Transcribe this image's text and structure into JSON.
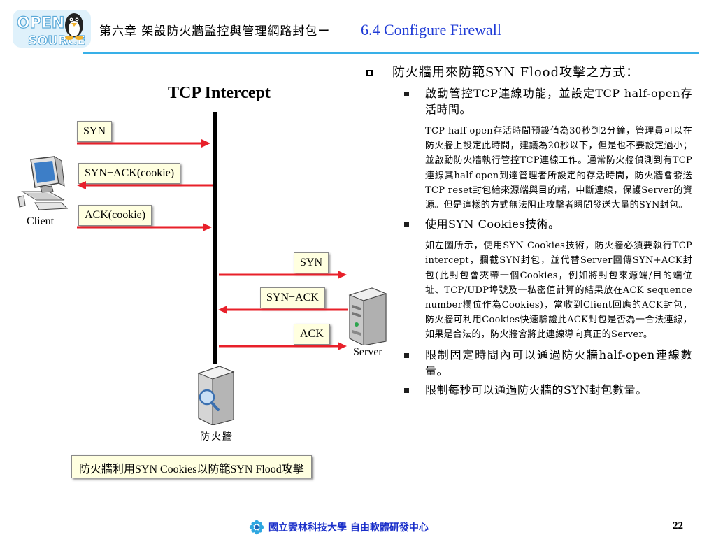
{
  "header": {
    "logo_text": "OPEN SOURCE",
    "chapter_title": "第六章 架設防火牆監控與管理網路封包ー",
    "section_title": "6.4 Configure Firewall"
  },
  "diagram": {
    "title": "TCP Intercept",
    "client_label": "Client",
    "server_label": "Server",
    "firewall_label": "防火牆",
    "client_messages": [
      "SYN",
      "SYN+ACK(cookie)",
      "ACK(cookie)"
    ],
    "server_messages": [
      "SYN",
      "SYN+ACK",
      "ACK"
    ],
    "caption": "防火牆利用SYN Cookies以防範SYN Flood攻擊"
  },
  "content": {
    "heading": "防火牆用來防範SYN Flood攻擊之方式：",
    "items": [
      {
        "text": "啟動管控TCP連線功能，並設定TCP half-open存活時間。",
        "detail": "TCP half-open存活時間預設值為30秒到2分鐘，管理員可以在防火牆上設定此時間，建議為20秒以下，但是也不要設定過小；並啟動防火牆執行管控TCP連線工作。通常防火牆偵測到有TCP連線其half-open到達管理者所設定的存活時間，防火牆會發送TCP reset封包給來源端與目的端，中斷連線，保護Server的資源。但是這樣的方式無法阻止攻擊者瞬間發送大量的SYN封包。"
      },
      {
        "text": "使用SYN Cookies技術。",
        "detail": "如左圖所示，使用SYN Cookies技術，防火牆必須要執行TCP intercept，攔截SYN封包，並代替Server回傳SYN+ACK封包(此封包會夾帶一個Cookies，例如將封包來源端/目的端位址、TCP/UDP埠號及一私密值計算的結果放在ACK sequence number欄位作為Cookies)，當收到Client回應的ACK封包，防火牆可利用Cookies快速驗證此ACK封包是否為一合法連線，如果是合法的，防火牆會將此連線導向真正的Server。"
      },
      {
        "text": "限制固定時間內可以通過防火牆half-open連線數量。",
        "detail": ""
      },
      {
        "text": "限制每秒可以通過防火牆的SYN封包數量。",
        "detail": ""
      }
    ]
  },
  "footer": {
    "text": "國立雲林科技大學 自由軟體研發中心",
    "page_number": "22"
  },
  "colors": {
    "accent_blue": "#1f3bd6",
    "rule_blue": "#38b0e8",
    "arrow_red": "#e8202a",
    "box_fill": "#ffffe0"
  }
}
